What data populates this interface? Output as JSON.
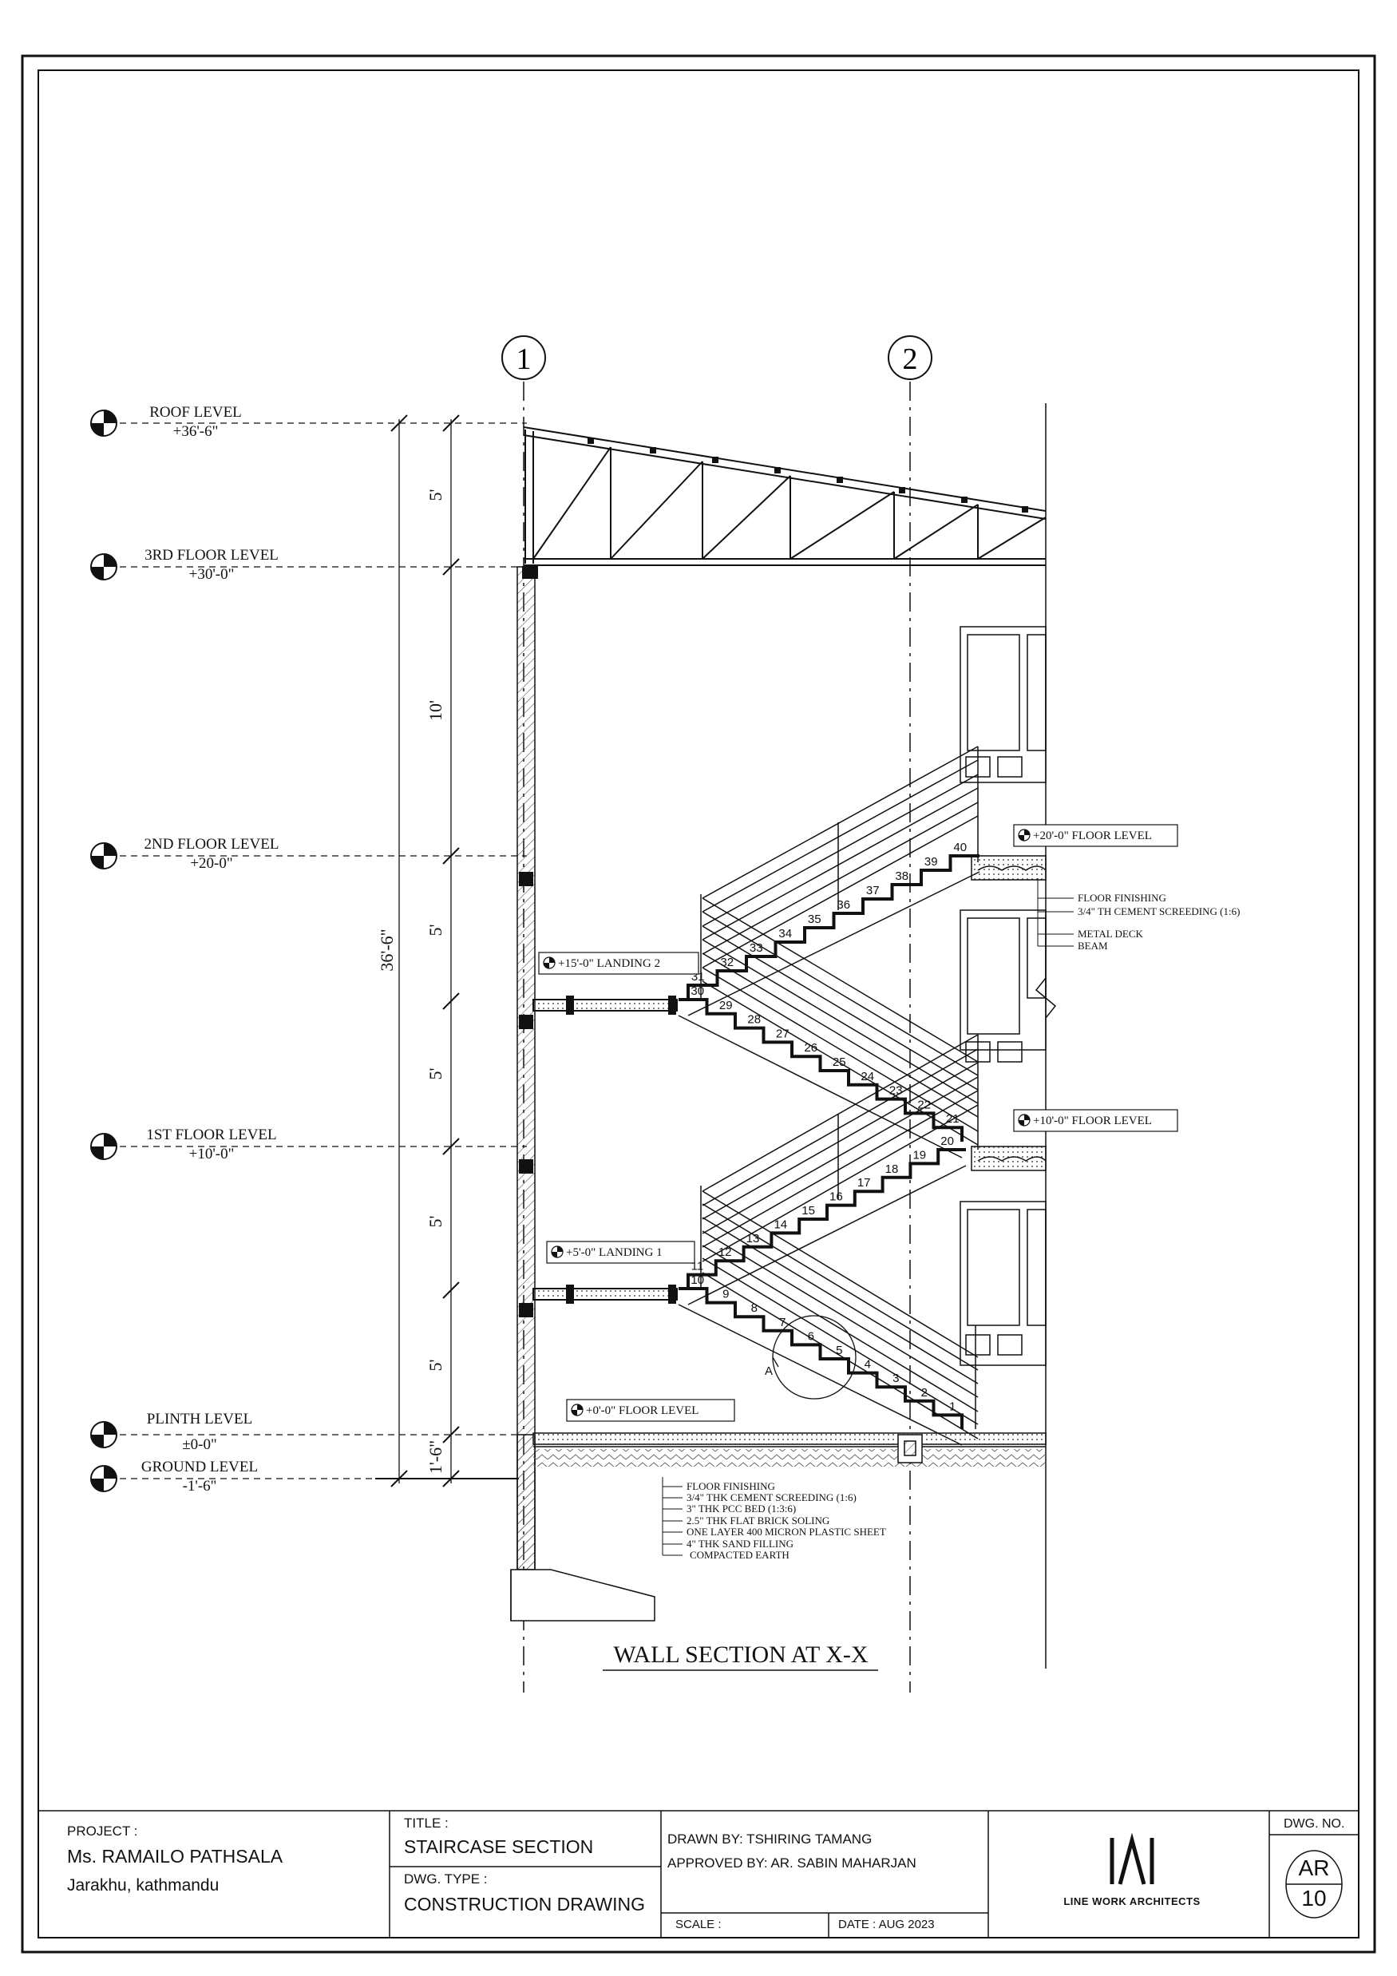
{
  "drawing": {
    "title": "WALL SECTION AT X-X",
    "grid_labels": [
      "1",
      "2"
    ],
    "levels": [
      {
        "name": "ROOF LEVEL",
        "elev": "+36'-6\""
      },
      {
        "name": "3RD FLOOR LEVEL",
        "elev": "+30'-0\""
      },
      {
        "name": "2ND FLOOR LEVEL",
        "elev": "+20-0\""
      },
      {
        "name": "1ST FLOOR LEVEL",
        "elev": "+10'-0\""
      },
      {
        "name": "PLINTH LEVEL",
        "elev": "±0-0\""
      },
      {
        "name": "GROUND LEVEL",
        "elev": "-1'-6\""
      }
    ],
    "dimensions": {
      "segments": [
        "5'",
        "10'",
        "5'",
        "5'",
        "5'",
        "5'",
        "1'-6\""
      ],
      "total": "36'-6\""
    },
    "tags": {
      "floor_20": "+20'-0\" FLOOR LEVEL",
      "landing_2": "+15'-0\" LANDING 2",
      "floor_10": "+10'-0\" FLOOR LEVEL",
      "landing_1": "+5'-0\" LANDING 1",
      "floor_0": "+0'-0\" FLOOR LEVEL"
    },
    "floor_layers": [
      "FLOOR FINISHING",
      "3/4\" TH CEMENT SCREEDING (1:6)",
      "METAL DECK",
      "BEAM"
    ],
    "ground_layers": [
      "FLOOR FINISHING",
      "3/4\" THK CEMENT SCREEDING (1:6)",
      "3\" THK PCC BED (1:3:6)",
      "2.5\" THK FLAT BRICK SOLING",
      "ONE LAYER 400 MICRON PLASTIC SHEET",
      "4\" THK SAND FILLING",
      "COMPACTED EARTH"
    ],
    "detail_mark": "A",
    "step_count": 40
  },
  "title_block": {
    "project_label": "PROJECT :",
    "project_name": "Ms. RAMAILO PATHSALA",
    "project_location": "Jarakhu, kathmandu",
    "title_label": "TITLE :",
    "title_value": "STAIRCASE SECTION",
    "dwg_type_label": "DWG. TYPE :",
    "dwg_type_value": "CONSTRUCTION DRAWING",
    "drawn_by": "DRAWN BY: TSHIRING TAMANG",
    "approved_by": "APPROVED BY: AR. SABIN MAHARJAN",
    "scale_label": "SCALE :",
    "date": "DATE : AUG 2023",
    "firm_name": "LINE WORK ARCHITECTS",
    "dwg_no_label": "DWG. NO.",
    "dwg_no_prefix": "AR",
    "dwg_no_number": "10"
  },
  "colors": {
    "line": "#111111",
    "hatch": "#555555",
    "paper": "#ffffff"
  }
}
